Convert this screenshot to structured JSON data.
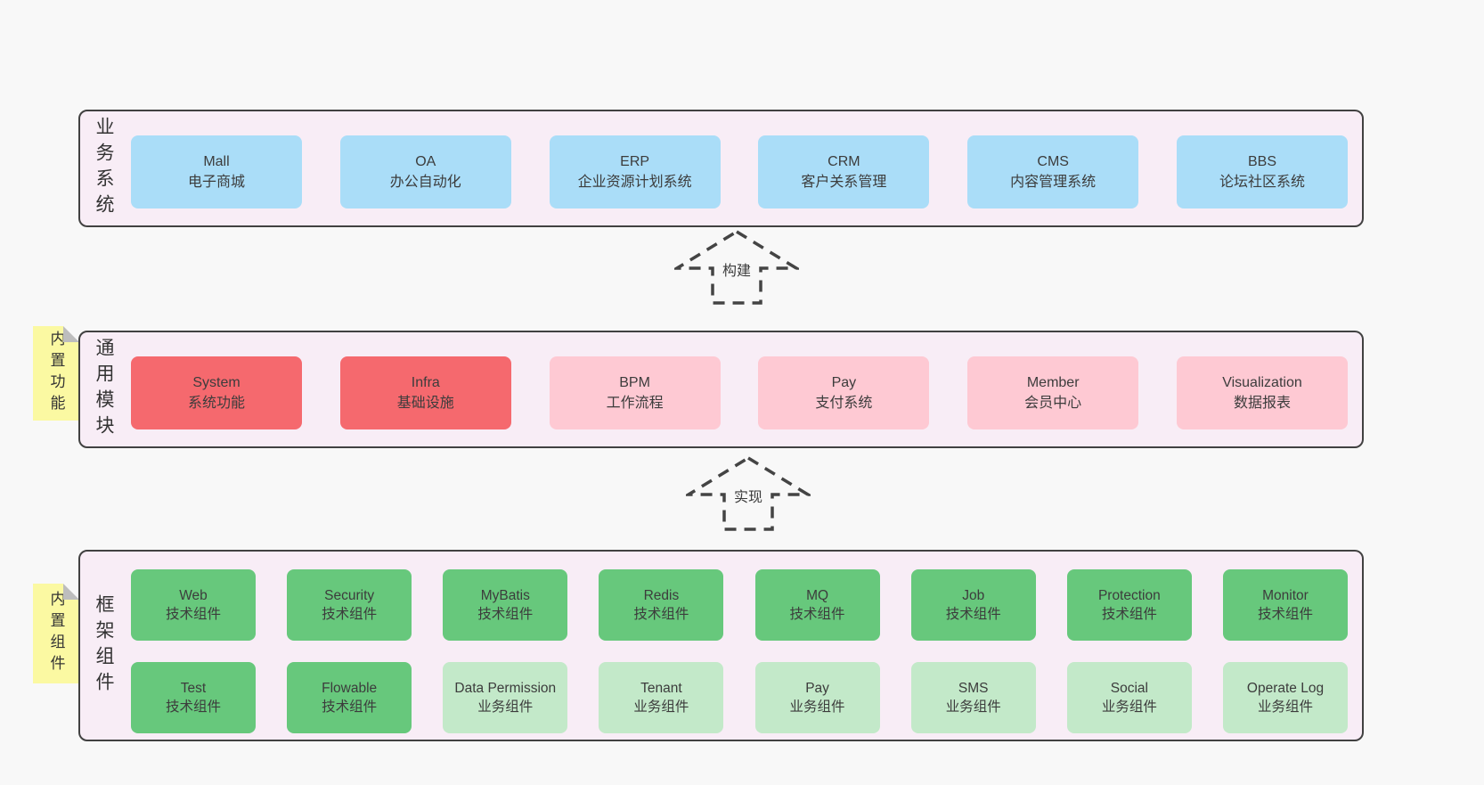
{
  "colors": {
    "page_bg": "#f8f8f8",
    "section_bg": "#f8edf6",
    "section_border": "#414141",
    "box_blue": "#aaddf8",
    "box_red": "#f5696e",
    "box_pink": "#fec9d3",
    "box_green": "#67c87c",
    "box_green_light": "#c3e9c9",
    "note_yellow": "#fbf9a2",
    "note_fold_gray": "#bdbdbd"
  },
  "sections": {
    "business": {
      "label": "业务系统",
      "boxes": [
        {
          "name": "Mall",
          "desc": "电子商城"
        },
        {
          "name": "OA",
          "desc": "办公自动化"
        },
        {
          "name": "ERP",
          "desc": "企业资源计划系统"
        },
        {
          "name": "CRM",
          "desc": "客户关系管理"
        },
        {
          "name": "CMS",
          "desc": "内容管理系统"
        },
        {
          "name": "BBS",
          "desc": "论坛社区系统"
        }
      ]
    },
    "modules": {
      "label": "通用模块",
      "note": "内置功能",
      "boxes": [
        {
          "name": "System",
          "desc": "系统功能"
        },
        {
          "name": "Infra",
          "desc": "基础设施"
        },
        {
          "name": "BPM",
          "desc": "工作流程"
        },
        {
          "name": "Pay",
          "desc": "支付系统"
        },
        {
          "name": "Member",
          "desc": "会员中心"
        },
        {
          "name": "Visualization",
          "desc": "数据报表"
        }
      ]
    },
    "components": {
      "label": "框架组件",
      "note": "内置组件",
      "row1": [
        {
          "name": "Web",
          "desc": "技术组件"
        },
        {
          "name": "Security",
          "desc": "技术组件"
        },
        {
          "name": "MyBatis",
          "desc": "技术组件"
        },
        {
          "name": "Redis",
          "desc": "技术组件"
        },
        {
          "name": "MQ",
          "desc": "技术组件"
        },
        {
          "name": "Job",
          "desc": "技术组件"
        },
        {
          "name": "Protection",
          "desc": "技术组件"
        },
        {
          "name": "Monitor",
          "desc": "技术组件"
        }
      ],
      "row2": [
        {
          "name": "Test",
          "desc": "技术组件"
        },
        {
          "name": "Flowable",
          "desc": "技术组件"
        },
        {
          "name": "Data Permission",
          "desc": "业务组件"
        },
        {
          "name": "Tenant",
          "desc": "业务组件"
        },
        {
          "name": "Pay",
          "desc": "业务组件"
        },
        {
          "name": "SMS",
          "desc": "业务组件"
        },
        {
          "name": "Social",
          "desc": "业务组件"
        },
        {
          "name": "Operate Log",
          "desc": "业务组件"
        }
      ]
    }
  },
  "arrows": {
    "build": "构建",
    "implement": "实现"
  }
}
